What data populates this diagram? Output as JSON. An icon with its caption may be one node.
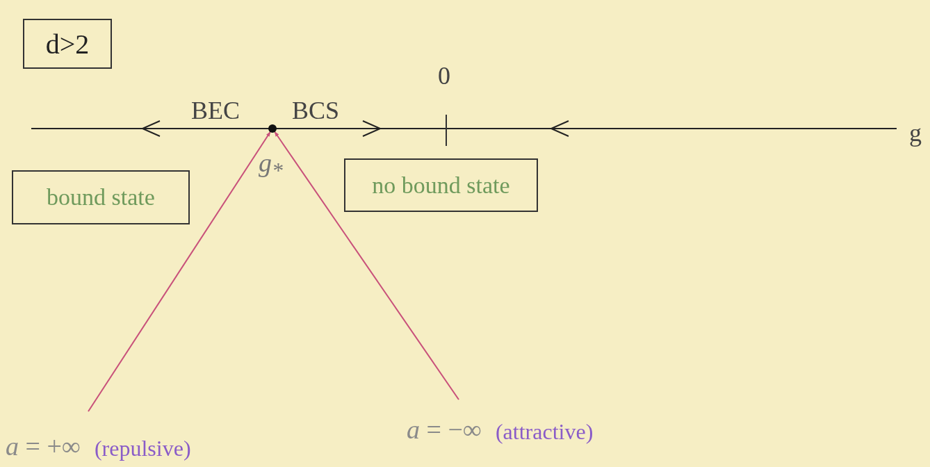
{
  "diagram": {
    "nodes": [
      {
        "text": [
          "d>2"
        ]
      },
      {
        "text": [
          "bound state"
        ]
      },
      {
        "text": [],
        "shape": "circle",
        "beside": [
          "g$_{*}$"
        ]
      },
      {
        "text": [
          "no bound state"
        ]
      },
      {
        "text": [
          "*a* = +∞",
          "(repulsive)"
        ]
      },
      {
        "text": [
          "*a* = −∞",
          "(attractive)"
        ]
      }
    ],
    "edges": [
      {
        "from": 4,
        "to": 2,
        "arrow": "to"
      },
      {
        "from": 5,
        "to": 2,
        "arrow": "to"
      }
    ],
    "labels": [
      "0",
      "BEC",
      "BCS",
      "g"
    ]
  }
}
